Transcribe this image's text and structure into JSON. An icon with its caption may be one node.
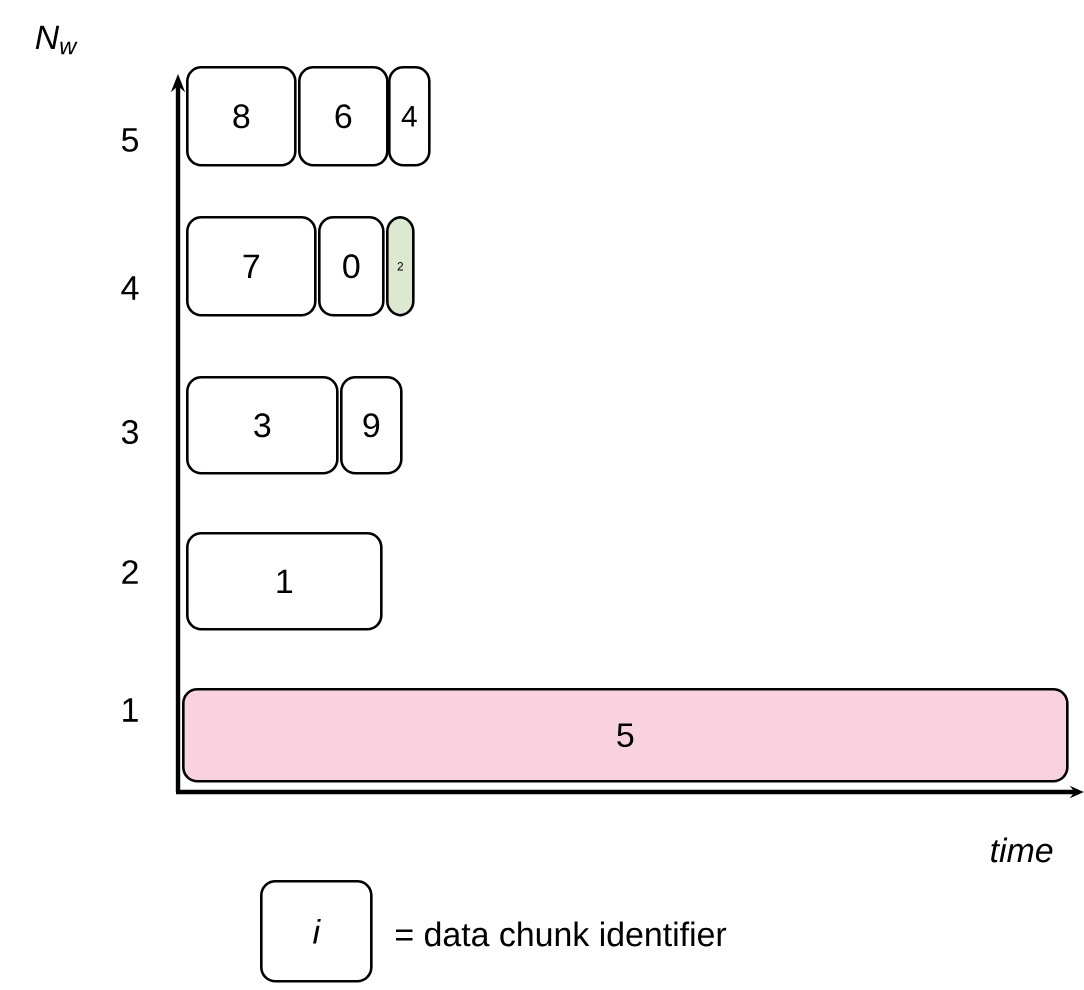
{
  "diagram": {
    "nodes": [
      {
        "text": [
          "8"
        ]
      },
      {
        "text": [
          "6"
        ]
      },
      {
        "text": [
          "4"
        ]
      },
      {
        "text": [
          "7"
        ]
      },
      {
        "text": [
          "0"
        ]
      },
      {
        "text": [
          "2"
        ]
      },
      {
        "text": [
          "3"
        ]
      },
      {
        "text": [
          "9"
        ]
      },
      {
        "text": [
          "1"
        ]
      },
      {
        "text": [
          "5"
        ]
      },
      {
        "text": [
          "i"
        ]
      }
    ],
    "labels": [
      "N$_{w}$",
      "5",
      "4",
      "3",
      "2",
      "1",
      "time",
      "= data chunk identifier"
    ]
  }
}
